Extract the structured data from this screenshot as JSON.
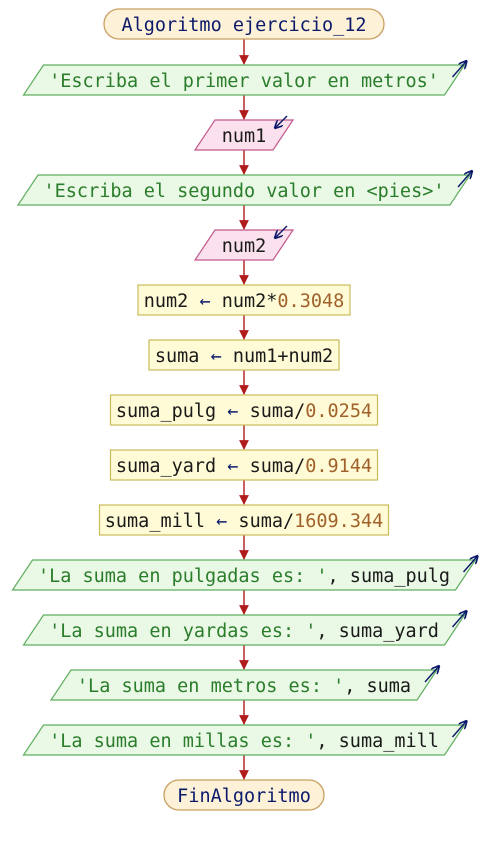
{
  "diagram": {
    "title": "Algoritmo ejercicio_12",
    "end": "FinAlgoritmo",
    "steps": [
      {
        "id": "out-1",
        "kind": "output",
        "parts": [
          {
            "t": "'Escriba el primer valor en metros'",
            "c": "str"
          }
        ]
      },
      {
        "id": "in-1",
        "kind": "input",
        "parts": [
          {
            "t": "num1",
            "c": "var"
          }
        ]
      },
      {
        "id": "out-2",
        "kind": "output",
        "parts": [
          {
            "t": "'Escriba el segundo valor en <pies>'",
            "c": "str"
          }
        ]
      },
      {
        "id": "in-2",
        "kind": "input",
        "parts": [
          {
            "t": "num2",
            "c": "var"
          }
        ]
      },
      {
        "id": "proc-1",
        "kind": "process",
        "parts": [
          {
            "t": "num2 ",
            "c": "var"
          },
          {
            "t": "←",
            "c": "kw"
          },
          {
            "t": " num2*",
            "c": "var"
          },
          {
            "t": "0.3048",
            "c": "num"
          }
        ]
      },
      {
        "id": "proc-2",
        "kind": "process",
        "parts": [
          {
            "t": "suma ",
            "c": "var"
          },
          {
            "t": "←",
            "c": "kw"
          },
          {
            "t": " num1+num2",
            "c": "var"
          }
        ]
      },
      {
        "id": "proc-3",
        "kind": "process",
        "parts": [
          {
            "t": "suma_pulg ",
            "c": "var"
          },
          {
            "t": "←",
            "c": "kw"
          },
          {
            "t": " suma/",
            "c": "var"
          },
          {
            "t": "0.0254",
            "c": "num"
          }
        ]
      },
      {
        "id": "proc-4",
        "kind": "process",
        "parts": [
          {
            "t": "suma_yard ",
            "c": "var"
          },
          {
            "t": "←",
            "c": "kw"
          },
          {
            "t": " suma/",
            "c": "var"
          },
          {
            "t": "0.9144",
            "c": "num"
          }
        ]
      },
      {
        "id": "proc-5",
        "kind": "process",
        "parts": [
          {
            "t": "suma_mill ",
            "c": "var"
          },
          {
            "t": "←",
            "c": "kw"
          },
          {
            "t": " suma/",
            "c": "var"
          },
          {
            "t": "1609.344",
            "c": "num"
          }
        ]
      },
      {
        "id": "out-3",
        "kind": "output",
        "parts": [
          {
            "t": "'La suma en pulgadas es: '",
            "c": "str"
          },
          {
            "t": ", suma_pulg",
            "c": "var"
          }
        ]
      },
      {
        "id": "out-4",
        "kind": "output",
        "parts": [
          {
            "t": "'La suma en yardas es: '",
            "c": "str"
          },
          {
            "t": ", suma_yard",
            "c": "var"
          }
        ]
      },
      {
        "id": "out-5",
        "kind": "output",
        "parts": [
          {
            "t": "'La suma en metros es: '",
            "c": "str"
          },
          {
            "t": ", suma",
            "c": "var"
          }
        ]
      },
      {
        "id": "out-6",
        "kind": "output",
        "parts": [
          {
            "t": "'La suma en millas es: '",
            "c": "str"
          },
          {
            "t": ", suma_mill",
            "c": "var"
          }
        ]
      }
    ],
    "colors": {
      "terminal_fill": "#fdf1d8",
      "terminal_stroke": "#c8a060",
      "io_output_fill": "#eaf8e6",
      "io_output_stroke": "#5fae5f",
      "io_input_fill": "#fbe1ee",
      "io_input_stroke": "#c2588a",
      "process_fill": "#fffbd6",
      "process_stroke": "#c8bb5a",
      "connector": "#b01c1c",
      "io_arrow": "#0b1a6b"
    }
  }
}
